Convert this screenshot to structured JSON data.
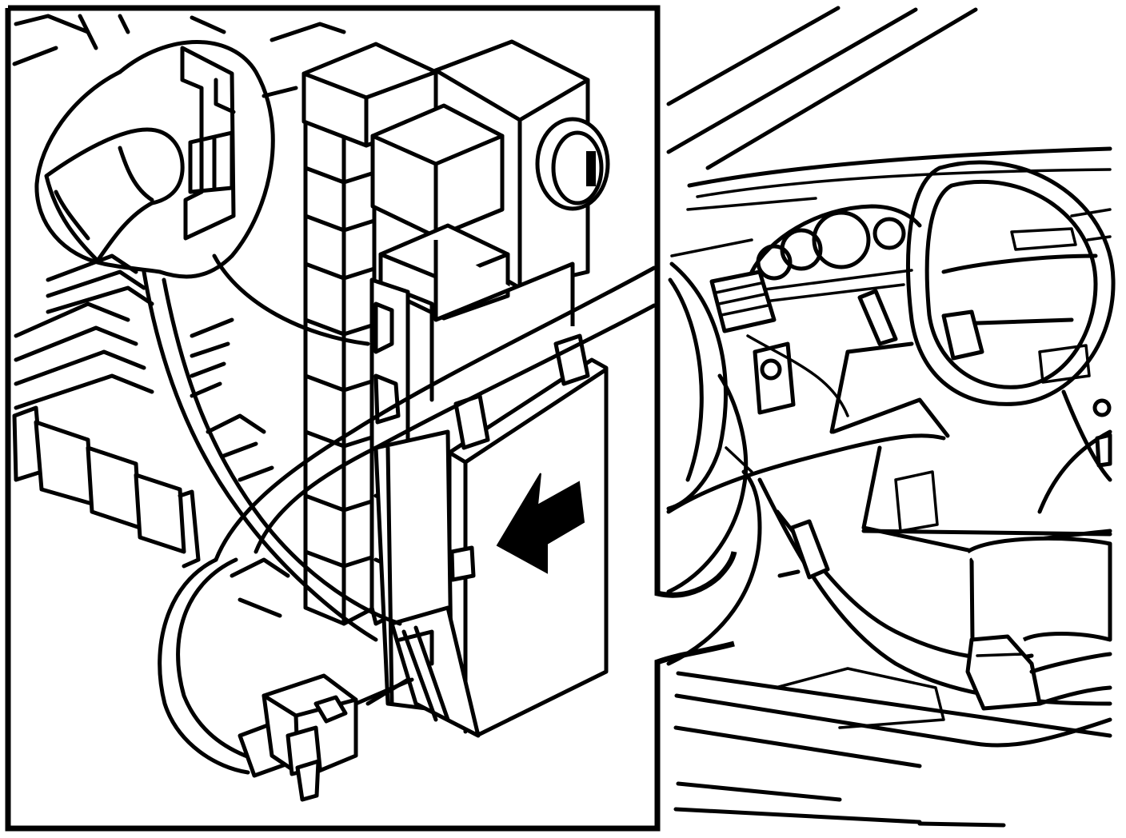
{
  "figure": {
    "type": "technical-line-illustration",
    "views": [
      "detail-inset",
      "car-interior-overview"
    ],
    "colors": {
      "line": "#000000",
      "background": "#ffffff"
    },
    "icons": [
      "arrow-left-icon"
    ]
  }
}
